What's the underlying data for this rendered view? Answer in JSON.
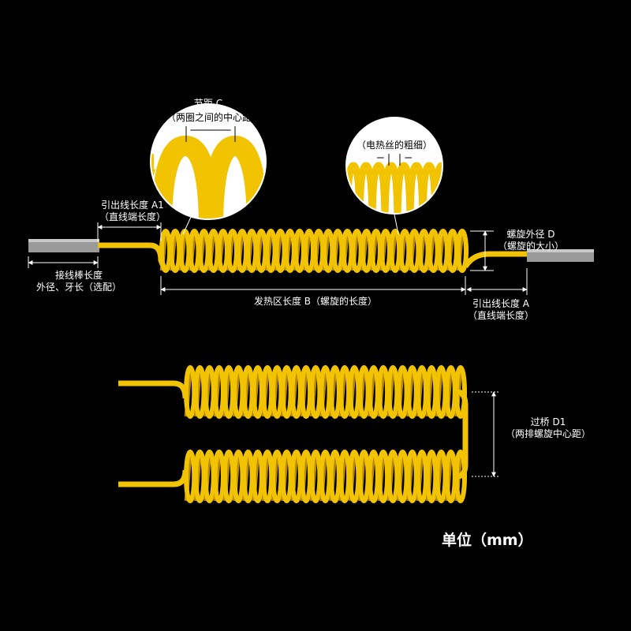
{
  "labels": {
    "pitch_title": "节距 C",
    "pitch_desc": "（两圈之间的中心距",
    "wire_title": "丝径 E",
    "wire_desc": "（电热丝的粗细）",
    "lead_a1_title": "引出线长度 A1",
    "lead_a1_desc": "（直线端长度）",
    "outer_d_title": "螺旋外径 D",
    "outer_d_desc": "（螺旋的大小）",
    "rod_title": "接线棒长度",
    "rod_desc": "外径、牙长（选配）",
    "heat_b": "发热区长度 B（螺旋的长度）",
    "lead_a_title": "引出线长度 A",
    "lead_a_desc": "（直线端长度）",
    "bridge_title": "过桥 D1",
    "bridge_desc": "（两排螺旋中心距）"
  },
  "unit_label": "单位（mm）",
  "colors": {
    "background": "#000000",
    "coil": "#f2c300",
    "coil_dark": "#b88a00",
    "rod": "#9a9a9a",
    "dim_line": "#ffffff"
  }
}
